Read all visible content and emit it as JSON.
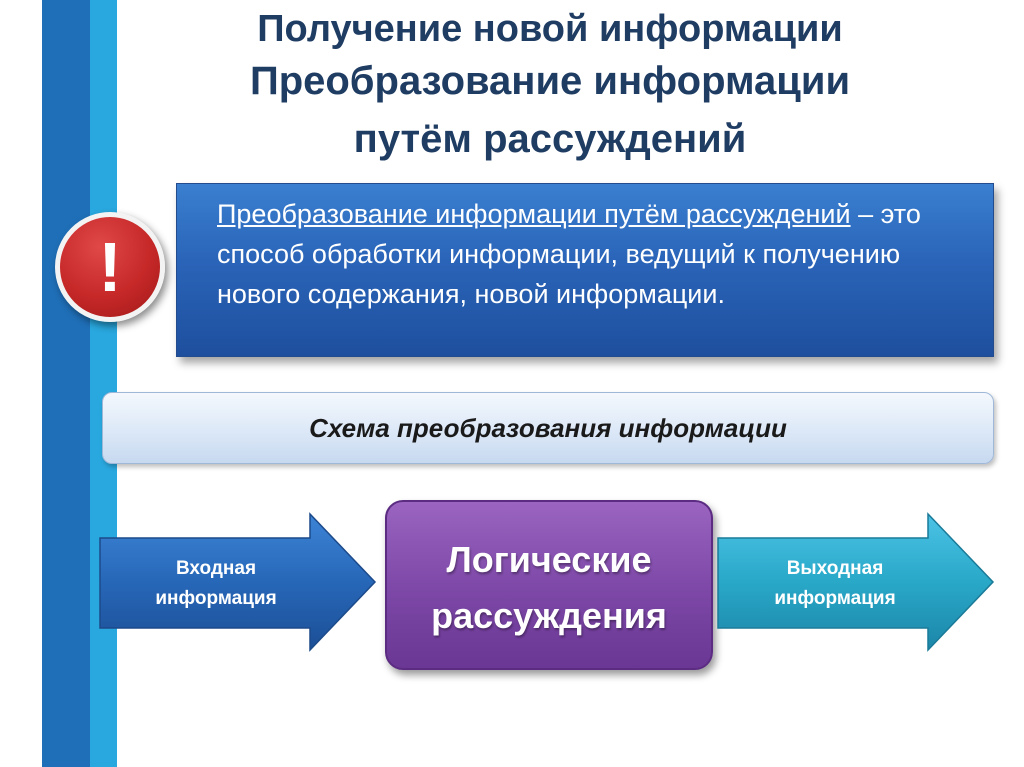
{
  "title": {
    "line1": "Получение новой информации",
    "line2": "Преобразование информации",
    "line3": "путём рассуждений"
  },
  "warning": {
    "icon": "exclamation-icon",
    "glyph": "!",
    "color": "#c62828"
  },
  "definition": {
    "term": "Преобразование информации путём рассуждений",
    "dash": " –",
    "text": "это способ обработки информации, ведущий к получению нового содержания, новой информации."
  },
  "scheme": {
    "title": "Схема преобразования информации"
  },
  "flow": {
    "input": {
      "line1": "Входная",
      "line2": "информация",
      "color": "#2767b8"
    },
    "process": {
      "line1": "Логические",
      "line2": "рассуждения",
      "color": "#7e49a8"
    },
    "output": {
      "line1": "Выходная",
      "line2": "информация",
      "color": "#29a8c8"
    }
  },
  "colors": {
    "title": "#1f3c63",
    "bar_dark": "#1f6fb8",
    "bar_light": "#29a8df",
    "definition_bg": "#2a64b8"
  }
}
